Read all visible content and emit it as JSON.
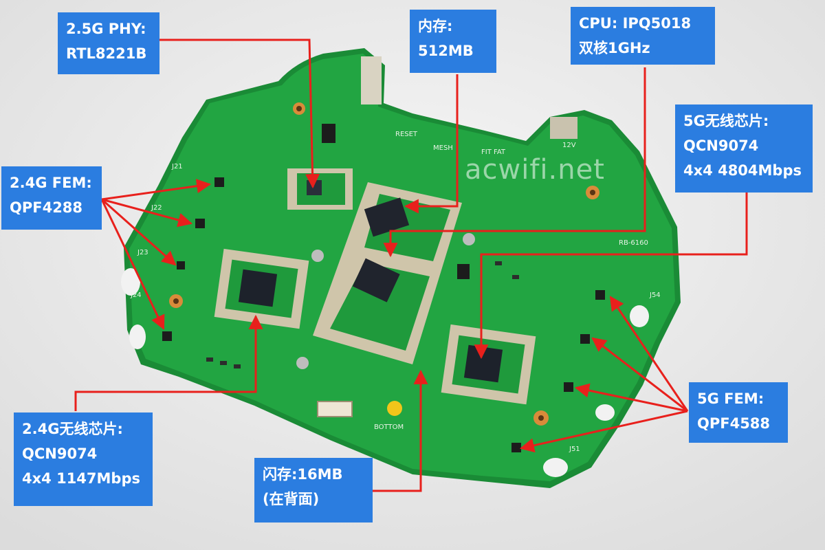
{
  "watermark": "acwifi.net",
  "board_silkscreen": {
    "reset": "RESET",
    "mesh": "MESH",
    "fit_fat": "FIT FAT",
    "power": "12V",
    "bottom": "BOTTOM",
    "j21": "J21",
    "j22": "J22",
    "j23": "J23",
    "j24": "J24",
    "j54": "J54",
    "j51": "J51",
    "rb_code": "RB-6160"
  },
  "callouts": {
    "phy": {
      "line1": "2.5G PHY:",
      "line2": "RTL8221B"
    },
    "memory": {
      "line1": "内存:",
      "line2": "512MB"
    },
    "cpu": {
      "line1": "CPU: IPQ5018",
      "line2": "双核1GHz"
    },
    "wifi5g": {
      "line1": "5G无线芯片:",
      "line2": "QCN9074",
      "line3": "4x4 4804Mbps"
    },
    "fem24": {
      "line1": "2.4G FEM:",
      "line2": "QPF4288"
    },
    "wifi24": {
      "line1": "2.4G无线芯片:",
      "line2": "QCN9074",
      "line3": "4x4 1147Mbps"
    },
    "flash": {
      "line1": "闪存:16MB",
      "line2": "(在背面)"
    },
    "fem5g": {
      "line1": "5G FEM:",
      "line2": "QPF4588"
    }
  },
  "colors": {
    "pcb": "#1f9a3c",
    "shield": "#cfc5aa",
    "callout_bg": "#2b7de0",
    "arrow": "#e8201c"
  }
}
